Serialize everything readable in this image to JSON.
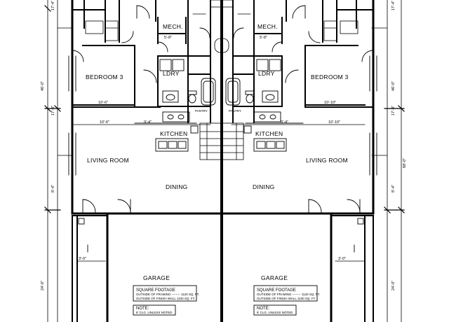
{
  "colors": {
    "wall": "#000000",
    "background": "#ffffff"
  },
  "left_unit": {
    "mech_label": "MECH.",
    "ldry_label": "LDRY",
    "bedroom_label": "BEDROOM 3",
    "kitchen_label": "KITCHEN",
    "living_label": "LIVING ROOM",
    "dining_label": "DINING",
    "garage_label": "GARAGE",
    "pantry_label": "PANTRY",
    "dims": {
      "mech_w": "5'-8\"",
      "bed_w": "10'-6\"",
      "kit_w": "9'-4\"",
      "liv_w": "10'-6\"",
      "porch_w": "3'-0\""
    }
  },
  "right_unit": {
    "mech_label": "MECH.",
    "ldry_label": "LDRY",
    "bedroom_label": "BEDROOM 3",
    "kitchen_label": "KITCHEN",
    "living_label": "LIVING ROOM",
    "dining_label": "DINING",
    "garage_label": "GARAGE",
    "pantry_label": "PANTRY",
    "dims": {
      "mech_w": "5'-8\"",
      "bed_w": "10'-10\"",
      "kit_w": "9'-4\"",
      "liv_w": "10'-10\"",
      "porch_w": "3'-0\""
    }
  },
  "notes": {
    "sqft_title": "SQUARE FOOTAGE",
    "sqft_line1": "OUTSIDE OF FRAMING -------- 1120 SQ. FT.",
    "sqft_line2": "OUTSIDE OF FINISH WALL  1100 SQ. FT.",
    "note_title": "NOTE:",
    "note_line1": "8' CLG. UNLESS NOTED"
  },
  "outer_dims": {
    "left_a": "17'-4\"",
    "left_b": "46'-0\"",
    "left_c": "17'-4\"",
    "left_d": "8'-4\"",
    "left_e": "24'-0\"",
    "right_a": "17'-4\"",
    "right_b": "46'-0\"",
    "right_c": "17'-4\"",
    "right_d": "8'-4\"",
    "right_e": "24'-0\"",
    "far_right": "68'-0\""
  }
}
